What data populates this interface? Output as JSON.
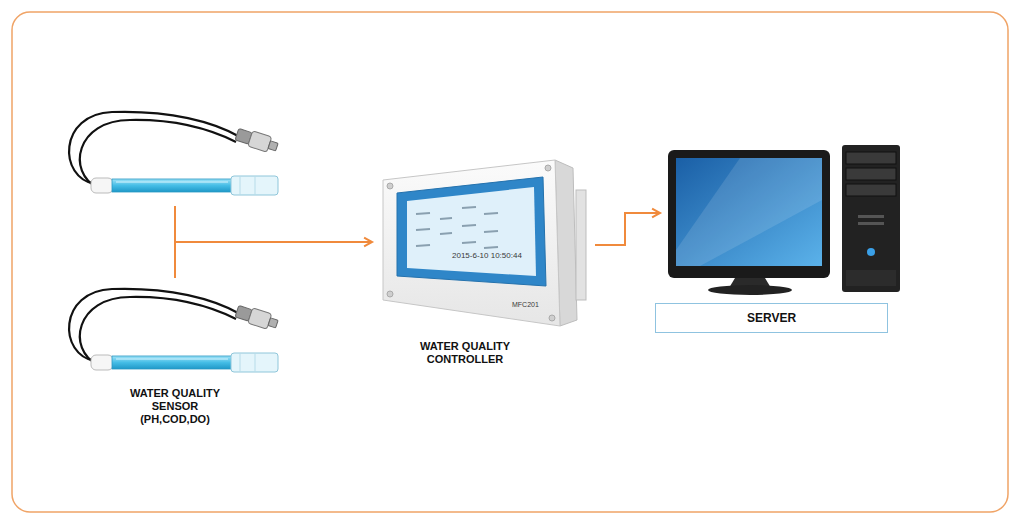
{
  "diagram": {
    "nodes": [
      {
        "text": [
          "WATER QUALITY SENSOR (PH,COD,DO)"
        ]
      },
      {
        "text": [
          "WATER QUALITY CONTROLLER"
        ]
      },
      {
        "text": [
          "SERVER"
        ]
      }
    ],
    "edges": [
      {
        "from": 0,
        "to": 1,
        "arrow": "to"
      },
      {
        "from": 1,
        "to": 2,
        "arrow": "to"
      }
    ],
    "labels": [
      "2015-6-10 10:50:44",
      "MFC201"
    ]
  }
}
